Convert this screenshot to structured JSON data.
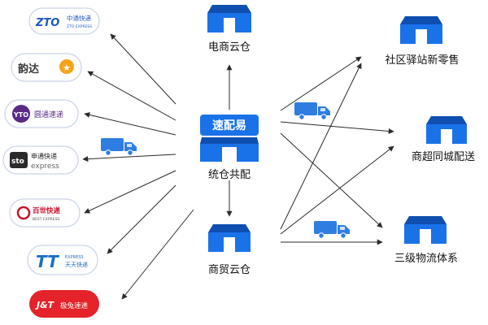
{
  "colors": {
    "store_blue": "#1a72e8",
    "store_dark": "#0f4fb0",
    "store_door": "#ffffff",
    "arrow": "#2b2b2b",
    "truck": "#2f7de1"
  },
  "center": {
    "badge": "速配易",
    "label": "统仓共配"
  },
  "top_node": {
    "label": "电商云仓",
    "icon": "store-icon"
  },
  "bottom_node": {
    "label": "商贸云仓",
    "icon": "store-icon"
  },
  "right_nodes": [
    {
      "label": "社区驿站新零售",
      "icon": "store-icon"
    },
    {
      "label": "商超同城配送",
      "icon": "store-icon"
    },
    {
      "label": "三级物流体系",
      "icon": "store-icon"
    }
  ],
  "couriers": [
    {
      "id": "zto",
      "name": "中通快递",
      "sub": "ZTO EXPRESS",
      "mark": "ZTO",
      "color": "#1f57c4"
    },
    {
      "id": "yunda",
      "name": "韵达",
      "sub": "",
      "mark": "韵达",
      "color": "#3a3a3a"
    },
    {
      "id": "yto",
      "name": "圆通速递",
      "sub": "",
      "mark": "YTO",
      "color": "#5a2a86"
    },
    {
      "id": "sto",
      "name": "申通快递",
      "sub": "express",
      "mark": "sto",
      "color": "#2a2a2a"
    },
    {
      "id": "best",
      "name": "百世快递",
      "sub": "BEST EXPRESS",
      "mark": "百世快递",
      "color": "#c8102e"
    },
    {
      "id": "tt",
      "name": "天天快递",
      "sub": "EXPRESS",
      "mark": "TT",
      "color": "#1a6fc0"
    },
    {
      "id": "jt",
      "name": "极兔速递",
      "sub": "",
      "mark": "J&T",
      "color": "#e5232a"
    }
  ],
  "trucks": [
    {
      "id": "truck-left",
      "icon": "truck-icon"
    },
    {
      "id": "truck-right-top",
      "icon": "truck-icon"
    },
    {
      "id": "truck-right-bottom",
      "icon": "truck-icon"
    }
  ]
}
